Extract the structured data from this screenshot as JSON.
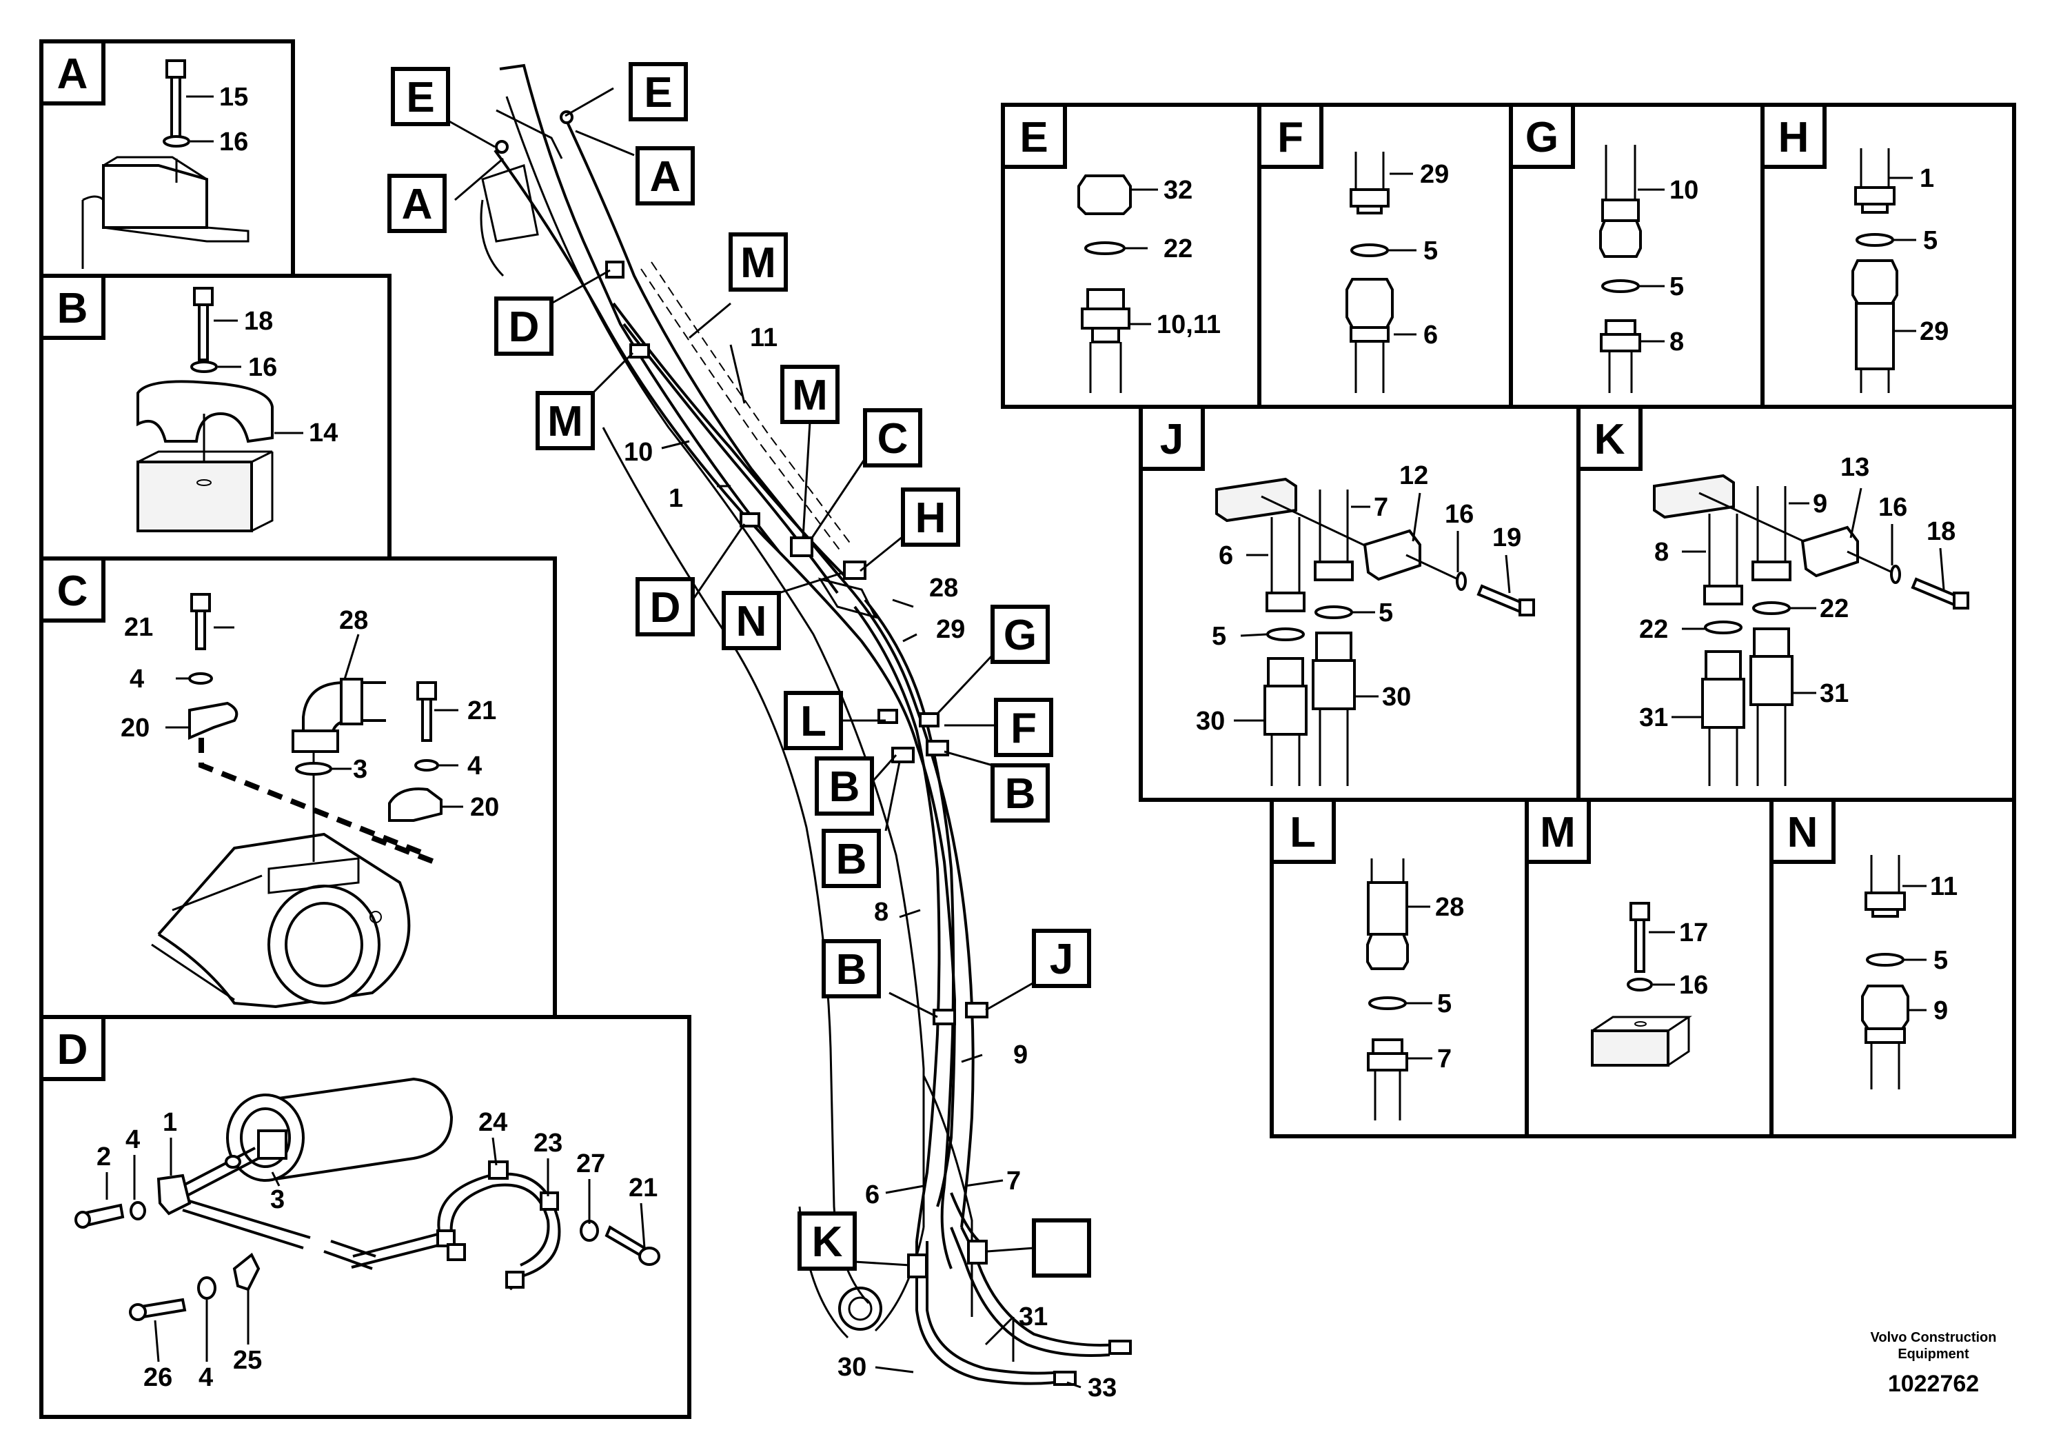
{
  "detail_labels": [
    "A",
    "B",
    "C",
    "D",
    "E",
    "F",
    "G",
    "H",
    "J",
    "K",
    "L",
    "M",
    "N"
  ],
  "details": {
    "A": {
      "parts": [
        "15",
        "16"
      ]
    },
    "B": {
      "parts": [
        "18",
        "16",
        "14"
      ]
    },
    "C": {
      "parts": [
        "21",
        "4",
        "20",
        "28",
        "21",
        "3",
        "4",
        "20"
      ]
    },
    "D": {
      "parts": [
        "2",
        "4",
        "1",
        "3",
        "24",
        "23",
        "27",
        "21",
        "26",
        "4",
        "25"
      ]
    },
    "E": {
      "parts": [
        "32",
        "22",
        "10,11"
      ]
    },
    "F": {
      "parts": [
        "29",
        "5",
        "6"
      ]
    },
    "G": {
      "parts": [
        "10",
        "5",
        "8"
      ]
    },
    "H": {
      "parts": [
        "1",
        "5",
        "29"
      ]
    },
    "J": {
      "parts": [
        "12",
        "7",
        "16",
        "19",
        "6",
        "5",
        "5",
        "30",
        "30"
      ]
    },
    "K": {
      "parts": [
        "13",
        "9",
        "16",
        "18",
        "8",
        "22",
        "22",
        "31",
        "31"
      ]
    },
    "L": {
      "parts": [
        "28",
        "5",
        "7"
      ]
    },
    "M": {
      "parts": [
        "17",
        "16"
      ]
    },
    "N": {
      "parts": [
        "11",
        "5",
        "9"
      ]
    }
  },
  "main_view": {
    "callouts": [
      "E",
      "A",
      "E",
      "A",
      "M",
      "D",
      "M",
      "M",
      "D",
      "C",
      "H",
      "N",
      "G",
      "L",
      "F",
      "B",
      "B",
      "B",
      "B",
      "J",
      "K"
    ],
    "part_numbers": [
      "11",
      "10",
      "1",
      "28",
      "29",
      "8",
      "9",
      "6",
      "7",
      "31",
      "30",
      "33"
    ]
  },
  "footer": {
    "company_line1": "Volvo Construction",
    "company_line2": "Equipment",
    "drawing_number": "1022762"
  }
}
